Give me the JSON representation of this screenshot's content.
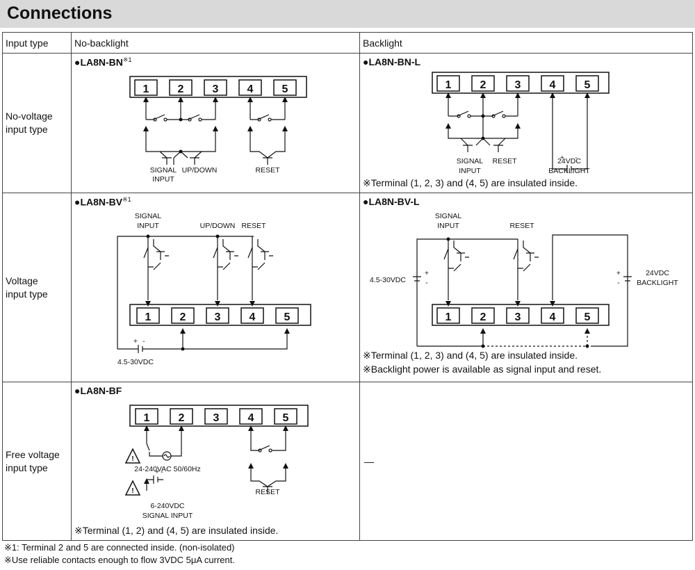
{
  "title": "Connections",
  "header": {
    "input_type": "Input type",
    "no_backlight": "No-backlight",
    "backlight": "Backlight"
  },
  "rows": [
    {
      "label": "No-voltage\ninput type",
      "left": {
        "model": "●LA8N-BN",
        "sup": "※1",
        "terminals": [
          "1",
          "2",
          "3",
          "4",
          "5"
        ],
        "labels": {
          "signal": "SIGNAL",
          "input": "INPUT",
          "updown": "UP/DOWN",
          "reset": "RESET"
        }
      },
      "right": {
        "model": "●LA8N-BN-L",
        "sup": "",
        "terminals": [
          "1",
          "2",
          "3",
          "4",
          "5"
        ],
        "labels": {
          "signal": "SIGNAL",
          "input": "INPUT",
          "reset": "RESET",
          "v24": "24VDC",
          "backlight": "BACKLIGHT",
          "plus": "+",
          "minus": "-"
        },
        "note": "※Terminal (1, 2, 3) and (4, 5) are insulated inside."
      }
    },
    {
      "label": "Voltage\ninput type",
      "left": {
        "model": "●LA8N-BV",
        "sup": "※1",
        "terminals": [
          "1",
          "2",
          "3",
          "4",
          "5"
        ],
        "labels": {
          "signal": "SIGNAL",
          "input": "INPUT",
          "updown": "UP/DOWN",
          "reset": "RESET",
          "supply": "4.5-30VDC",
          "plus": "+",
          "minus": "-"
        }
      },
      "right": {
        "model": "●LA8N-BV-L",
        "sup": "",
        "terminals": [
          "1",
          "2",
          "3",
          "4",
          "5"
        ],
        "labels": {
          "signal": "SIGNAL",
          "input": "INPUT",
          "reset": "RESET",
          "supply": "4.5-30VDC",
          "v24": "24VDC",
          "backlight": "BACKLIGHT",
          "plus": "+",
          "minus": "-"
        },
        "note": "※Terminal (1, 2, 3) and (4, 5) are insulated inside.",
        "note2": "※Backlight power is available as signal input and reset."
      }
    },
    {
      "label": "Free voltage\ninput type",
      "left": {
        "model": "●LA8N-BF",
        "sup": "",
        "terminals": [
          "1",
          "2",
          "3",
          "4",
          "5"
        ],
        "labels": {
          "ac": "24-240VAC 50/60Hz",
          "dc": "6-240VDC",
          "signal_input": "SIGNAL INPUT",
          "reset": "RESET",
          "warn": "!",
          "plus": "+",
          "minus": "-"
        },
        "note": "※Terminal (1, 2) and (4, 5) are insulated inside."
      },
      "right": {
        "text": "—"
      }
    }
  ],
  "footnotes": [
    "※1: Terminal 2 and 5 are connected inside. (non-isolated)",
    "※Use reliable contacts enough to flow 3VDC 5μA current."
  ]
}
